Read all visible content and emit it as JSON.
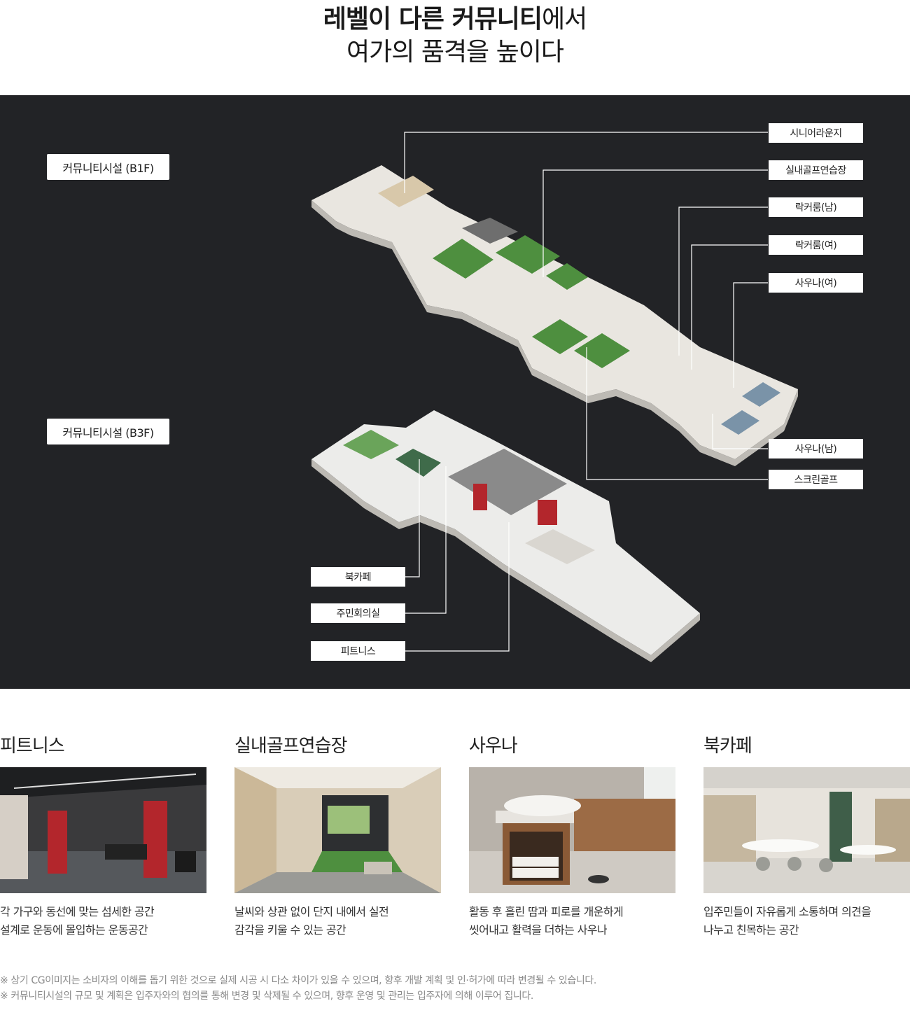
{
  "hero": {
    "title_bold": "레벨이 다른 커뮤니티",
    "title_tail": "에서",
    "title_line2": "여가의 품격을 높이다"
  },
  "plan": {
    "floors": [
      {
        "label": "커뮤니티시설 (B1F)"
      },
      {
        "label": "커뮤니티시설 (B3F)"
      }
    ],
    "callouts_right": [
      "시니어라운지",
      "실내골프연습장",
      "락커룸(남)",
      "락커룸(여)",
      "사우나(여)",
      "사우나(남)",
      "스크린골프"
    ],
    "callouts_left": [
      "북카페",
      "주민회의실",
      "피트니스"
    ]
  },
  "features": [
    {
      "title": "피트니스",
      "desc": "각 가구와 동선에 맞는 섬세한 공간\n설계로 운동에 몰입하는 운동공간",
      "photo": "fitness-photo"
    },
    {
      "title": "실내골프연습장",
      "desc": "날씨와 상관 없이 단지 내에서 실전\n감각을 키울 수 있는 공간",
      "photo": "golf-photo"
    },
    {
      "title": "사우나",
      "desc": "활동 후 흘린 땀과 피로를 개운하게\n씻어내고 활력을 더하는 사우나",
      "photo": "sauna-photo"
    },
    {
      "title": "북카페",
      "desc": "입주민들이 자유롭게 소통하며 의견을\n나누고 친목하는 공간",
      "photo": "bookcafe-photo"
    }
  ],
  "notes": [
    "※ 상기 CG이미지는 소비자의 이해를 돕기 위한 것으로 실제 시공 시 다소 차이가 있을 수 있으며, 향후 개발 계획 및 인·허가에 따라 변경될 수 있습니다.",
    "※ 커뮤니티시설의 규모 및 계획은 입주자와의 협의를 통해 변경 및 삭제될 수 있으며, 향후 운영 및 관리는 입주자에 의해 이루어 집니다."
  ],
  "colors": {
    "plan_bg": "#222326",
    "golf_green": "#4e8f3f",
    "fitness_red": "#b3262c"
  }
}
